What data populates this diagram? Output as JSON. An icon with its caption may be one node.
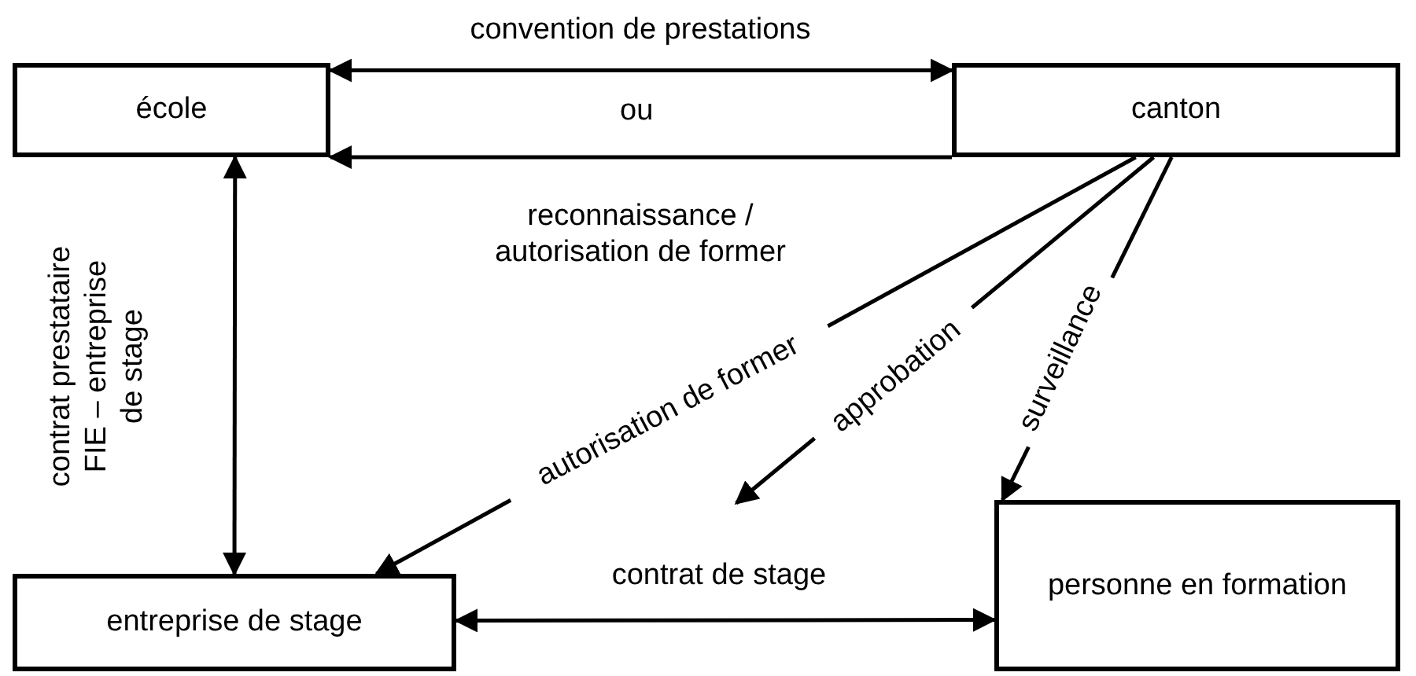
{
  "diagram": {
    "nodes": [
      {
        "text": [
          "école"
        ]
      },
      {
        "text": [
          "canton"
        ]
      },
      {
        "text": [
          "entreprise de stage"
        ]
      },
      {
        "text": [
          "personne en formation"
        ]
      }
    ],
    "edges": [
      {
        "from": 0,
        "to": 1,
        "arrow": "both",
        "label": "convention de prestations"
      },
      {
        "from": 1,
        "to": 0,
        "arrow": "to",
        "label": "reconnaissance / autorisation de former"
      },
      {
        "from": 0,
        "to": 2,
        "arrow": "both",
        "label": "contrat prestataire FIE – entreprise de stage"
      },
      {
        "from": 1,
        "to": 2,
        "arrow": "to",
        "label": "autorisation de former"
      },
      {
        "from": 1,
        "to": null,
        "arrow": "to",
        "label": "approbation"
      },
      {
        "from": 1,
        "to": 3,
        "arrow": "to",
        "label": "surveillance"
      },
      {
        "from": 2,
        "to": 3,
        "arrow": "both",
        "label": "contrat de stage"
      }
    ],
    "labels": [
      "ou"
    ]
  }
}
